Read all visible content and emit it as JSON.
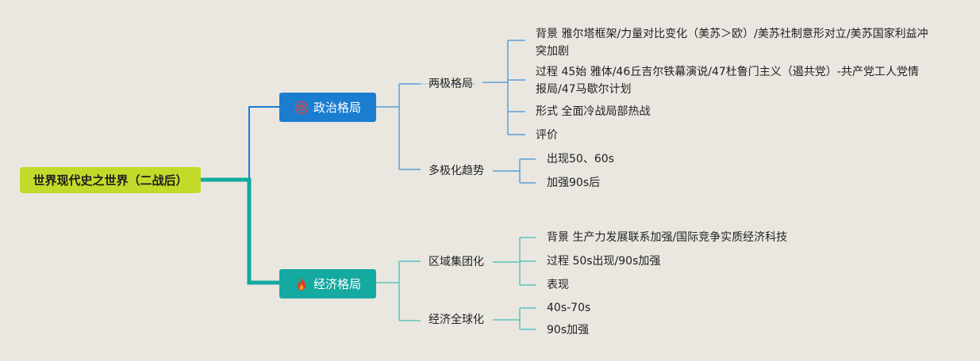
{
  "root": {
    "label": "世界现代史之世界（二战后）"
  },
  "branches": [
    {
      "label": "政治格局",
      "icon": "landmark-icon",
      "color": "#1a7dd0",
      "children": [
        {
          "label": "两极格局",
          "items": [
            "背景 雅尔塔框架/力量对比变化（美苏＞欧）/美苏社制意形对立/美苏国家利益冲突加剧",
            "过程 45始 雅体/46丘吉尔铁幕演说/47杜鲁门主义（遏共党）-共产党工人党情报局/47马歇尔计划",
            "形式 全面冷战局部热战",
            "评价"
          ]
        },
        {
          "label": "多极化趋势",
          "items": [
            "出现50、60s",
            "加强90s后"
          ]
        }
      ]
    },
    {
      "label": "经济格局",
      "icon": "flame-icon",
      "color": "#14a9a1",
      "children": [
        {
          "label": "区域集团化",
          "items": [
            "背景 生产力发展联系加强/国际竞争实质经济科技",
            "过程 50s出现/90s加强",
            "表现"
          ]
        },
        {
          "label": "经济全球化",
          "items": [
            "40s-70s",
            "90s加强"
          ]
        }
      ]
    }
  ],
  "colors": {
    "background": "#e9e7e0",
    "root_fill": "#c4da2a",
    "political": "#1a7dd0",
    "economic": "#14a9a1",
    "political_line": "#5a9fd6",
    "economic_line": "#5cc4be"
  }
}
